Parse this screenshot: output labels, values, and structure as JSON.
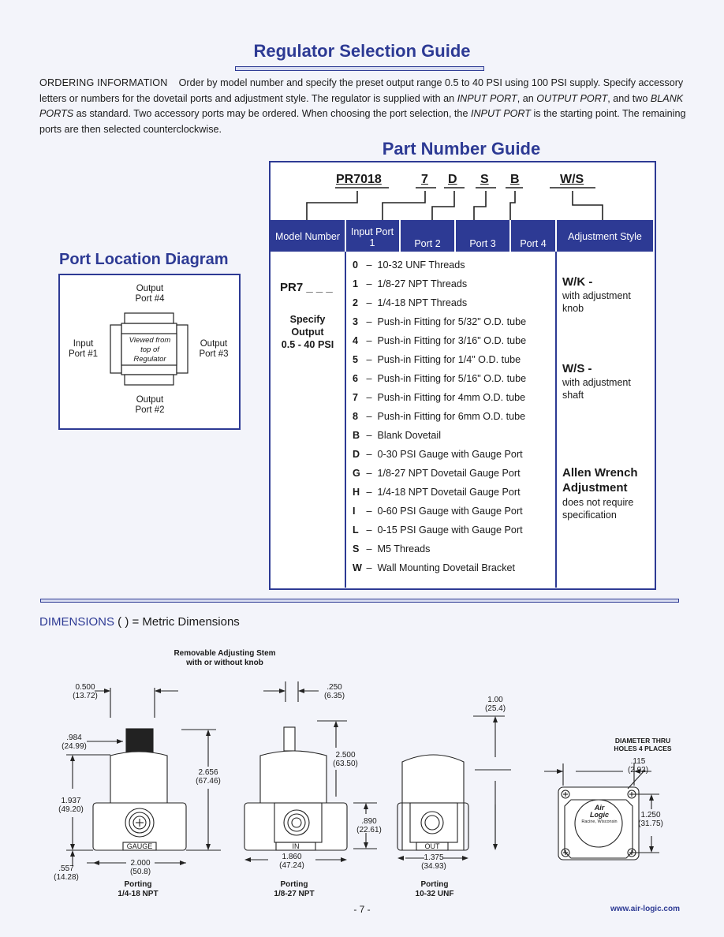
{
  "title": "Regulator Selection Guide",
  "ordering": {
    "lead": "ORDERING INFORMATION",
    "s1": "Order by model number and specify the preset output range 0.5 to 40 PSI using 100 PSI supply. Specify accessory letters or numbers for the dovetail ports and adjustment style. The regulator is supplied with an ",
    "input_port": "INPUT PORT",
    "s2": ", an ",
    "output_port": "OUTPUT PORT",
    "s3": ", and two ",
    "blank_ports": "BLANK PORTS",
    "s4": "  as standard. Two accessory ports may be ordered. When choosing the port selection, the ",
    "input_port2": "INPUT PORT",
    "s5": " is the starting point. The remaining ports are then selected counterclockwise."
  },
  "part_number_guide": {
    "title": "Part Number Guide",
    "codes": [
      "PR7018",
      "7",
      "D",
      "S",
      "B",
      "W/S"
    ],
    "headers": {
      "model": "Model Number",
      "port1": "Input Port 1",
      "port2": "Port 2",
      "port3": "Port 3",
      "port4": "Port 4",
      "adjust": "Adjustment Style"
    },
    "model_code": "PR7 _ _ _",
    "specify": [
      "Specify",
      "Output",
      "0.5 - 40 PSI"
    ],
    "options": [
      {
        "code": "0",
        "desc": "10-32 UNF Threads"
      },
      {
        "code": "1",
        "desc": "1/8-27 NPT Threads"
      },
      {
        "code": "2",
        "desc": "1/4-18 NPT Threads"
      },
      {
        "code": "3",
        "desc": "Push-in Fitting for 5/32\" O.D. tube"
      },
      {
        "code": "4",
        "desc": "Push-in Fitting for 3/16\" O.D. tube"
      },
      {
        "code": "5",
        "desc": "Push-in Fitting for 1/4\" O.D. tube"
      },
      {
        "code": "6",
        "desc": "Push-in Fitting for 5/16\" O.D. tube"
      },
      {
        "code": "7",
        "desc": "Push-in Fitting for 4mm O.D. tube"
      },
      {
        "code": "8",
        "desc": "Push-in Fitting for 6mm O.D. tube"
      },
      {
        "code": "B",
        "desc": "Blank Dovetail"
      },
      {
        "code": "D",
        "desc": "0-30 PSI Gauge with Gauge Port"
      },
      {
        "code": "G",
        "desc": "1/8-27 NPT Dovetail Gauge Port"
      },
      {
        "code": "H",
        "desc": "1/4-18 NPT Dovetail Gauge Port"
      },
      {
        "code": "I",
        "desc": "0-60 PSI Gauge with Gauge Port"
      },
      {
        "code": "L",
        "desc": "0-15 PSI Gauge with Gauge Port"
      },
      {
        "code": "S",
        "desc": "M5 Threads"
      },
      {
        "code": "W",
        "desc": "Wall Mounting Dovetail Bracket"
      }
    ],
    "adjust": {
      "wk_code": "W/K -",
      "wk_desc": [
        "with adjustment",
        "knob"
      ],
      "ws_code": "W/S -",
      "ws_desc": [
        "with adjustment",
        "shaft"
      ],
      "allen_title": [
        "Allen Wrench",
        "Adjustment"
      ],
      "allen_desc": [
        "does not require",
        "specification"
      ]
    }
  },
  "port_diagram": {
    "title": "Port Location Diagram",
    "top": [
      "Output",
      "Port #4"
    ],
    "bottom": [
      "Output",
      "Port #2"
    ],
    "left": [
      "Input",
      "Port #1"
    ],
    "right": [
      "Output",
      "Port #3"
    ],
    "center": [
      "Viewed from",
      "top of",
      "Regulator"
    ]
  },
  "dimensions": {
    "title_a": "DIMENSIONS",
    "title_b": " (   ) = Metric Dimensions",
    "stem_label": [
      "Removable Adjusting Stem",
      "with or without knob"
    ],
    "labels": {
      "d0500": [
        "0.500",
        "(13.72)"
      ],
      "d0250": [
        ".250",
        "(6.35)"
      ],
      "d0984": [
        ".984",
        "(24.99)"
      ],
      "d2656": [
        "2.656",
        "(67.46)"
      ],
      "d2500": [
        "2.500",
        "(63.50)"
      ],
      "d1937": [
        "1.937",
        "(49.20)"
      ],
      "d0890": [
        ".890",
        "(22.61)"
      ],
      "d0557": [
        ".557",
        "(14.28)"
      ],
      "d2000": [
        "2.000",
        "(50.8)"
      ],
      "d1860": [
        "1.860",
        "(47.24)"
      ],
      "d1375": [
        "1.375",
        "(34.93)"
      ],
      "d1000": [
        "1.00",
        "(25.4)"
      ],
      "d0115": [
        ".115",
        "(2.92)"
      ],
      "d1250": [
        "1.250",
        "(31.75)"
      ],
      "holes": [
        "DIAMETER THRU",
        "HOLES 4 PLACES"
      ]
    },
    "port_labels": [
      "GAUGE",
      "IN",
      "OUT"
    ],
    "logo": [
      "Air",
      "Logic",
      "Racine, Wisconsin"
    ],
    "porting": [
      [
        "Porting",
        "1/4-18 NPT"
      ],
      [
        "Porting",
        "1/8-27 NPT"
      ],
      [
        "Porting",
        "10-32 UNF"
      ]
    ]
  },
  "page_number": "- 7 -",
  "website": "www.air-logic.com"
}
